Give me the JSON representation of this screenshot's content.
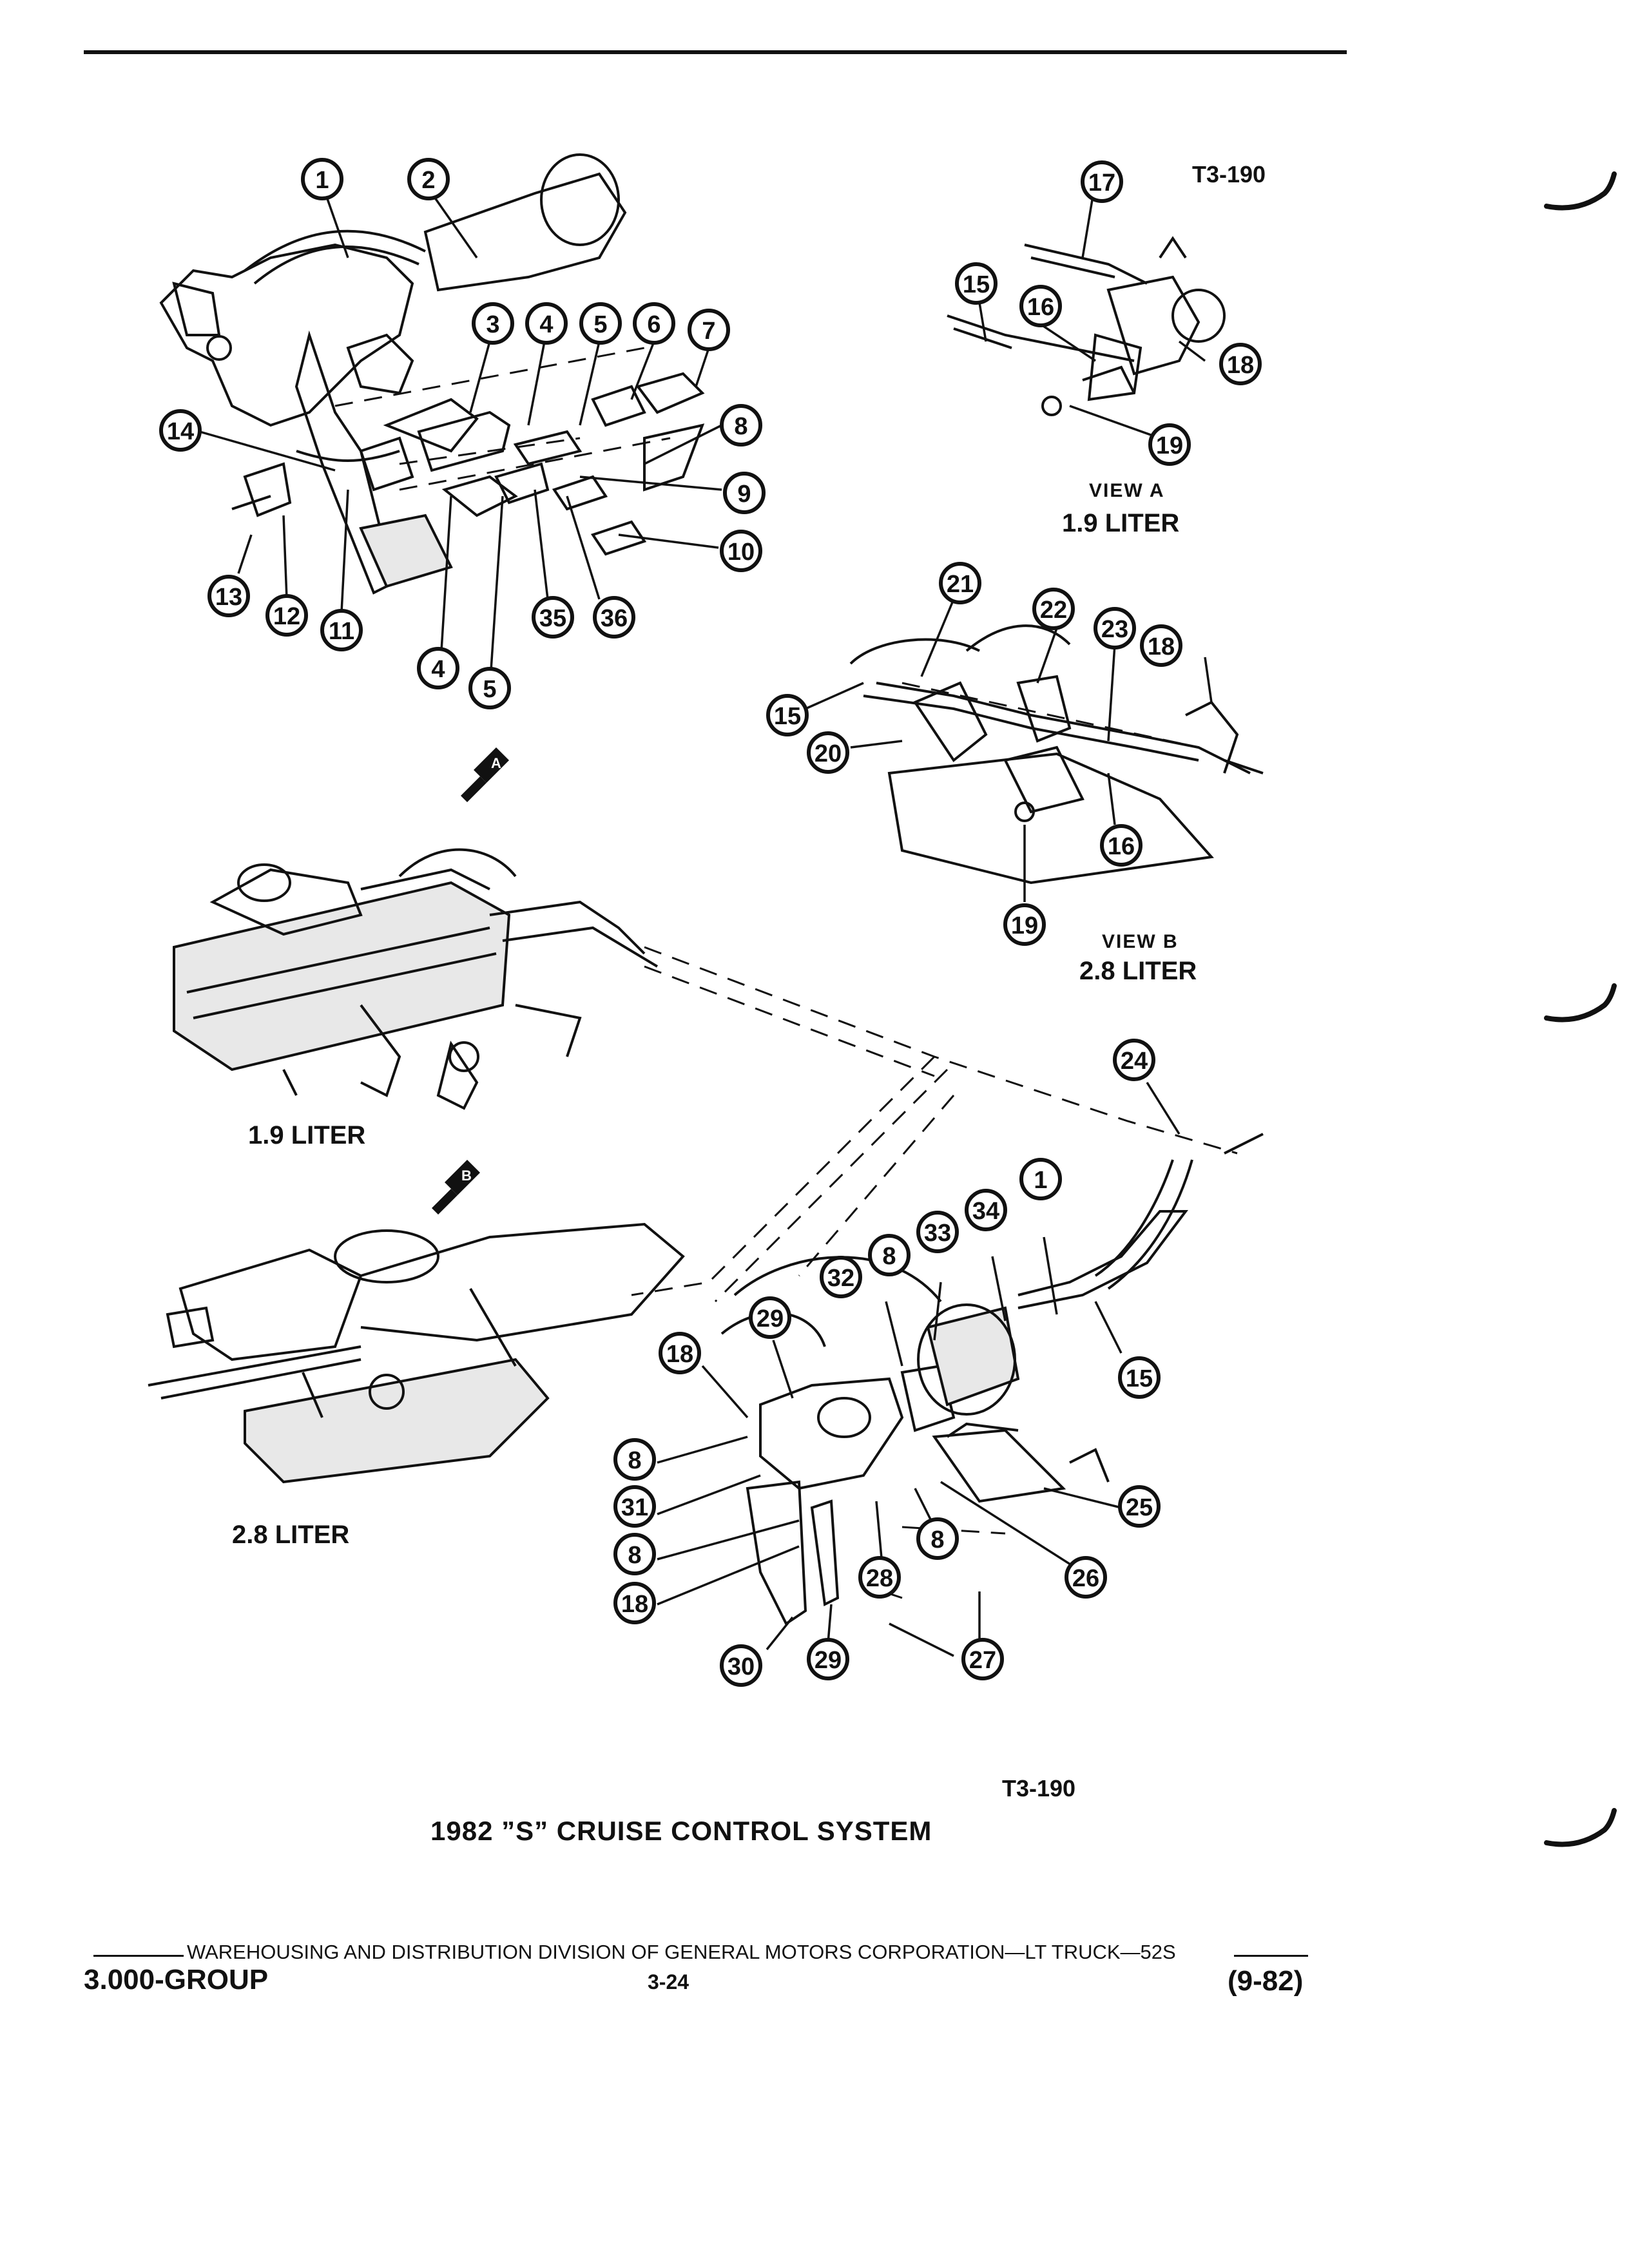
{
  "header": {
    "ref_code_top": "T3-190"
  },
  "view_a": {
    "view_label": "VIEW A",
    "engine_label": "1.9 LITER"
  },
  "view_b": {
    "view_label": "VIEW B",
    "engine_label": "2.8 LITER"
  },
  "engine_labels": {
    "engine_19": "1.9 LITER",
    "engine_28": "2.8 LITER"
  },
  "view_markers": {
    "a": "A",
    "b": "B"
  },
  "callouts": {
    "c1a": "1",
    "c2": "2",
    "c3": "3",
    "c4a": "4",
    "c5a": "5",
    "c6": "6",
    "c7": "7",
    "c8a": "8",
    "c9": "9",
    "c10": "10",
    "c11": "11",
    "c12": "12",
    "c13": "13",
    "c14": "14",
    "c35": "35",
    "c36": "36",
    "c4b": "4",
    "c5b": "5",
    "c17": "17",
    "c15a": "15",
    "c16a": "16",
    "c18a": "18",
    "c19a": "19",
    "c21": "21",
    "c22": "22",
    "c23": "23",
    "c18b": "18",
    "c15b": "15",
    "c20": "20",
    "c16b": "16",
    "c19b": "19",
    "c24": "24",
    "c1b": "1",
    "c34": "34",
    "c33": "33",
    "c8b": "8",
    "c32": "32",
    "c29a": "29",
    "c18c": "18",
    "c15c": "15",
    "c8c": "8",
    "c31": "31",
    "c8d": "8",
    "c18d": "18",
    "c8e": "8",
    "c28": "28",
    "c26": "26",
    "c25": "25",
    "c27": "27",
    "c30": "30",
    "c29b": "29"
  },
  "bottom": {
    "ref_code": "T3-190",
    "title": "1982 ”S” CRUISE CONTROL SYSTEM"
  },
  "footer": {
    "division": "WAREHOUSING AND DISTRIBUTION  DIVISION OF GENERAL MOTORS CORPORATION—LT TRUCK—52S",
    "group": "3.000-GROUP",
    "page": "3-24",
    "date": "(9-82)"
  }
}
